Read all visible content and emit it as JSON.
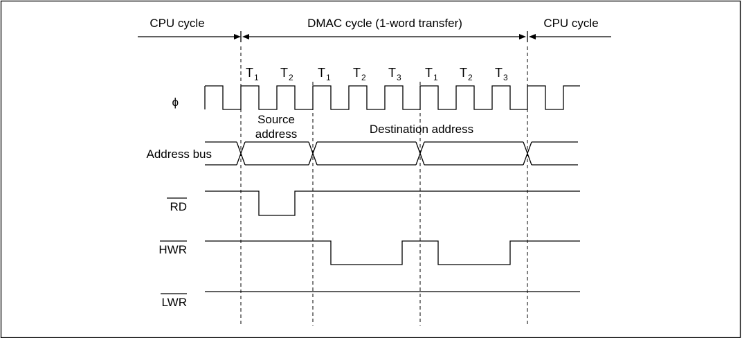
{
  "phases": {
    "cpu_left": "CPU cycle",
    "dmac": "DMAC cycle (1-word transfer)",
    "cpu_right": "CPU cycle"
  },
  "states": [
    {
      "base": "T",
      "sub": "1"
    },
    {
      "base": "T",
      "sub": "2"
    },
    {
      "base": "T",
      "sub": "1"
    },
    {
      "base": "T",
      "sub": "2"
    },
    {
      "base": "T",
      "sub": "3"
    },
    {
      "base": "T",
      "sub": "1"
    },
    {
      "base": "T",
      "sub": "2"
    },
    {
      "base": "T",
      "sub": "3"
    }
  ],
  "signals": {
    "clock": "ϕ",
    "address_bus": "Address bus",
    "rd": "RD",
    "hwr": "HWR",
    "lwr": "LWR"
  },
  "address_labels": {
    "source_line1": "Source",
    "source_line2": "address",
    "destination": "Destination address"
  }
}
